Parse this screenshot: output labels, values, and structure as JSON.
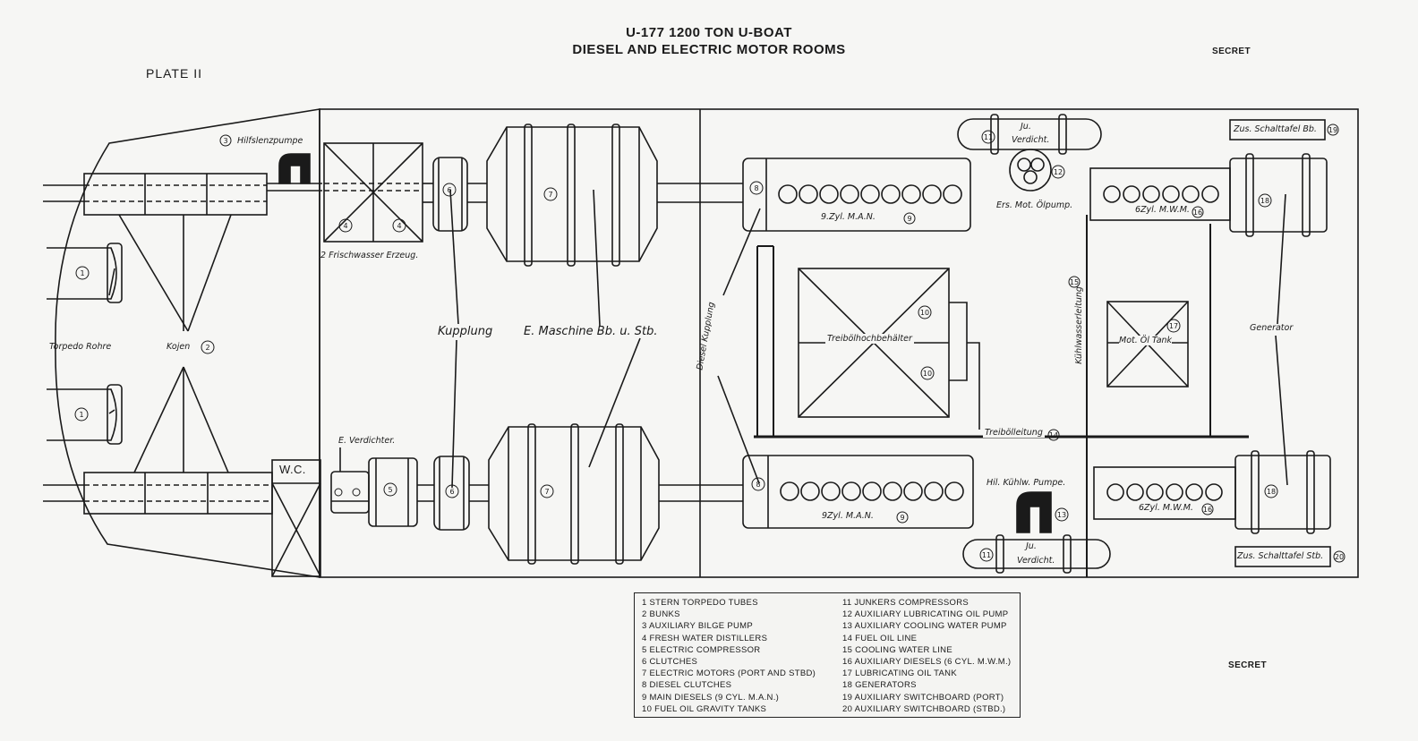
{
  "header": {
    "title_line1": "U-177   1200 TON U-BOAT",
    "title_line2": "DIESEL AND ELECTRIC MOTOR ROOMS",
    "plate": "PLATE II",
    "secret_top": "SECRET",
    "secret_bottom": "SECRET"
  },
  "labels": {
    "hilfslenzpumpe": "Hilfslenzpumpe",
    "frischwasser": "2 Frischwasser Erzeug.",
    "torpedo_rohre": "Torpedo Rohre",
    "kojen": "Kojen",
    "kupplung": "Kupplung",
    "e_maschine": "E. Maschine Bb. u. Stb.",
    "diesel_kupplung": "Diesel Kupplung",
    "e_verdichter": "E. Verdichter.",
    "wc": "W.C.",
    "zyl_man_top": "9.Zyl. M.A.N.",
    "zyl_man_bottom": "9Zyl. M.A.N.",
    "treiboel_behaelter": "Treibölhochbehälter",
    "treiboelleitung": "Treibölleitung",
    "kuehlwasserleitung": "Kühlwasserleitung",
    "ju_verdicht": "Ju.",
    "verdicht": "Verdicht.",
    "ers_mot_oelpump": "Ers. Mot. Ölpump.",
    "mot_oel_tank": "Mot. Öl Tank",
    "zyl_mwm_top": "6Zyl. M.W.M.",
    "zyl_mwm_bottom": "6Zyl. M.W.M.",
    "generator": "Generator",
    "zus_schalttafel_bb": "Zus. Schalttafel Bb.",
    "zus_schalttafel_stb": "Zus. Schalttafel Stb.",
    "hil_kuehlw_pumpe": "Hil. Kühlw. Pumpe."
  },
  "numbers": {
    "n1": "1",
    "n2": "2",
    "n3": "3",
    "n4": "4",
    "n5": "5",
    "n6": "6",
    "n7": "7",
    "n8": "8",
    "n9": "9",
    "n10": "10",
    "n11": "11",
    "n12": "12",
    "n13": "13",
    "n14": "14",
    "n15": "15",
    "n16": "16",
    "n17": "17",
    "n18": "18",
    "n19": "19",
    "n20": "20"
  },
  "legend": {
    "col1": [
      "1  STERN TORPEDO TUBES",
      "2  BUNKS",
      "3  AUXILIARY BILGE PUMP",
      "4  FRESH WATER DISTILLERS",
      "5  ELECTRIC COMPRESSOR",
      "6  CLUTCHES",
      "7  ELECTRIC MOTORS (PORT AND STBD)",
      "8  DIESEL CLUTCHES",
      "9  MAIN DIESELS (9 CYL. M.A.N.)",
      "10  FUEL OIL GRAVITY TANKS"
    ],
    "col2": [
      "11  JUNKERS COMPRESSORS",
      "12  AUXILIARY LUBRICATING OIL PUMP",
      "13  AUXILIARY COOLING WATER PUMP",
      "14  FUEL OIL LINE",
      "15  COOLING WATER LINE",
      "16  AUXILIARY DIESELS (6 CYL. M.W.M.)",
      "17  LUBRICATING OIL TANK",
      "18  GENERATORS",
      "19  AUXILIARY SWITCHBOARD (PORT)",
      "20  AUXILIARY SWITCHBOARD (STBD.)"
    ]
  }
}
